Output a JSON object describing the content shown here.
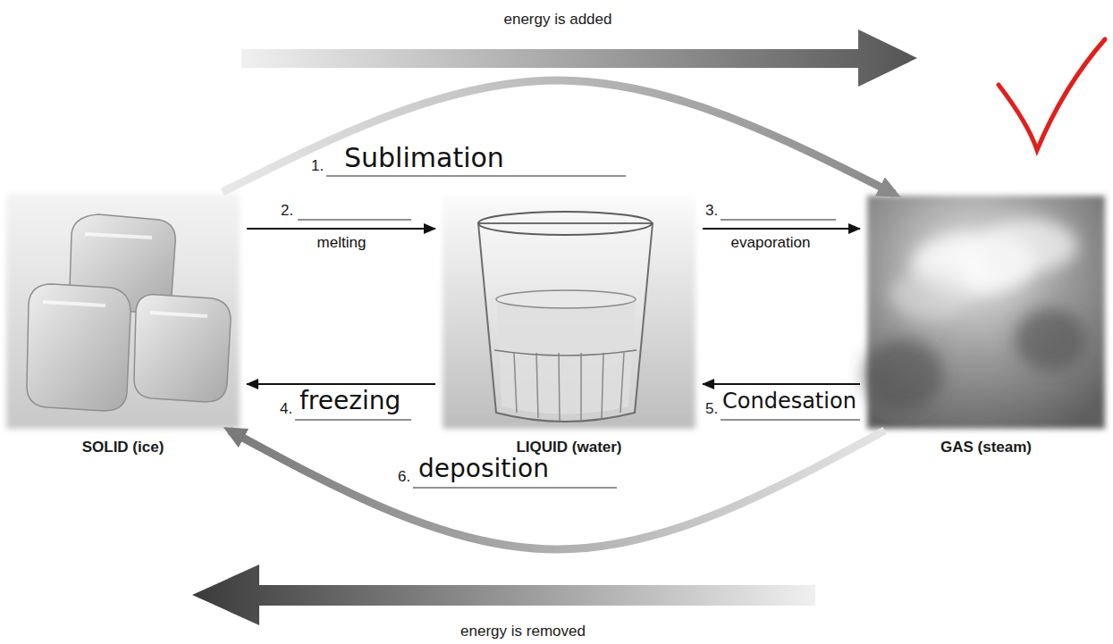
{
  "diagram": {
    "nodes": [
      {
        "text": [
          "SOLID (ice)"
        ]
      },
      {
        "text": [
          "LIQUID (water)"
        ]
      },
      {
        "text": [
          "GAS (steam)"
        ]
      }
    ],
    "edges": [
      {
        "from": 0,
        "to": 2,
        "arrow": "to",
        "label": "Sublimation"
      },
      {
        "from": 0,
        "to": 1,
        "arrow": "to",
        "label": "melting"
      },
      {
        "from": 1,
        "to": 2,
        "arrow": "to",
        "label": "evaporation"
      },
      {
        "from": 1,
        "to": 0,
        "arrow": "to",
        "label": "freezing"
      },
      {
        "from": 2,
        "to": 1,
        "arrow": "to",
        "label": "Condesation"
      },
      {
        "from": 2,
        "to": 0,
        "arrow": "to",
        "label": "deposition"
      }
    ],
    "labels": [
      "energy is added",
      "1.",
      "2.",
      "3.",
      "4.",
      "5.",
      "6.",
      "energy is removed"
    ]
  }
}
